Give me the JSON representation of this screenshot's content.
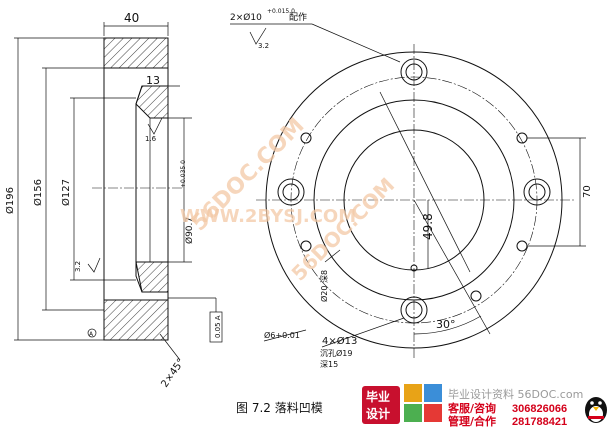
{
  "section_view": {
    "width_dim": "40",
    "step_dim": "13",
    "dia_outer": "Ø196",
    "dia_mid": "Ø156",
    "dia_inner": "Ø127",
    "dia_bore": "Ø90.7",
    "bore_tol": "+0.035 0",
    "roughness_left": "3.2",
    "roughness_right": "1.6",
    "chamfer": "2×45°",
    "datum_ref": "A",
    "runout_tol": "0.05 A"
  },
  "plan_view": {
    "pin_note_prefix": "2×Ø10",
    "pin_note_tol": "+0.015 0",
    "pin_note_suffix": "配作",
    "roughness_top": "3.2",
    "dim_70": "70",
    "dim_49_8": "49.8",
    "dim_30deg": "30°",
    "slot_note": "Ø20 深8",
    "pin_hole": "Ø6+0.01",
    "bolt_note_1": "4×Ø13",
    "bolt_note_2": "沉孔Ø19",
    "bolt_note_3": "深15"
  },
  "caption": "图 7.2    落料凹模",
  "watermarks": {
    "text_1": "56DOC.COM",
    "text_2": "WWW.2BYSJ.COM"
  },
  "footer": {
    "logo_line_1": "毕业",
    "logo_line_2": "设计",
    "site_text": "毕业设计资料 56DOC.com",
    "service_label_1": "客服/咨询",
    "phone_1": "306826066",
    "service_label_2": "管理/合作",
    "phone_2": "281788421"
  },
  "colors": {
    "logo_bg": "#c8102e",
    "label_red": "#d4001a",
    "site_gray": "#9a9a9a"
  }
}
